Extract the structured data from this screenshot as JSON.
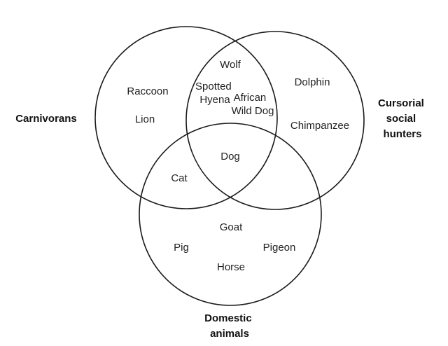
{
  "venn": {
    "sets": {
      "carnivorans": [
        "Carnivorans"
      ],
      "cursorial": [
        "Cursorial",
        "social",
        "hunters"
      ],
      "domestic": [
        "Domestic",
        "animals"
      ]
    },
    "items": {
      "raccoon": "Raccoon",
      "lion": "Lion",
      "wolf": "Wolf",
      "spotted_hyena": [
        "Spotted",
        "Hyena"
      ],
      "african_wild_dog": [
        "African",
        "Wild Dog"
      ],
      "dolphin": "Dolphin",
      "chimpanzee": "Chimpanzee",
      "dog": "Dog",
      "cat": "Cat",
      "goat": "Goat",
      "pig": "Pig",
      "pigeon": "Pigeon",
      "horse": "Horse"
    }
  }
}
